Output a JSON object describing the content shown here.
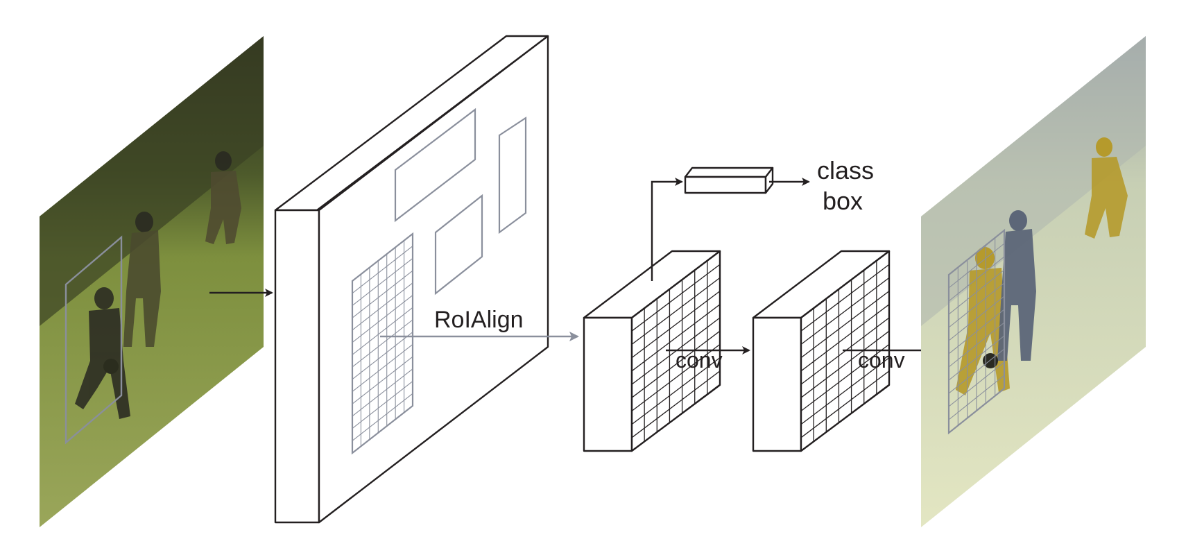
{
  "labels": {
    "roialign": "RoIAlign",
    "class": "class",
    "box": "box",
    "conv_1": "conv",
    "conv_2": "conv"
  },
  "colors": {
    "outline": "#231f20",
    "roi_gray": "#8a8f9c",
    "field_green": "#8a9a45",
    "mask_gold": "#b59a2c",
    "mask_slate": "#5c6678"
  },
  "icons": {
    "input_photo": "soccer-players-photo",
    "output_photo": "segmentation-mask-photo"
  }
}
